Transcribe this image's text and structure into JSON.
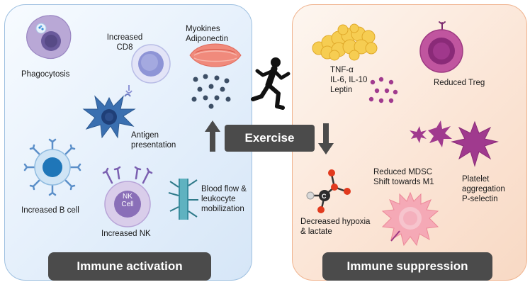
{
  "panels": {
    "activation": {
      "title": "Immune activation",
      "labels": {
        "phagocytosis": "Phagocytosis",
        "cd8_line1": "Increased",
        "cd8_line2": "CD8",
        "myokines_line1": "Myokines",
        "myokines_line2": "Adiponectin",
        "antigen_line1": "Antigen",
        "antigen_line2": "presentation",
        "bcell": "Increased B cell",
        "nk_cell_text_line1": "NK",
        "nk_cell_text_line2": "Cell",
        "nk": "Increased NK",
        "blood_line1": "Blood flow &",
        "blood_line2": "leukocyte",
        "blood_line3": "mobilization"
      }
    },
    "suppression": {
      "title": "Immune suppression",
      "labels": {
        "tnf": "TNF-α",
        "il": "IL-6, IL-10",
        "leptin": "Leptin",
        "treg": "Reduced Treg",
        "mdsc_line1": "Reduced MDSC",
        "mdsc_line2": "Shift towards M1",
        "platelet_line1": "Platelet",
        "platelet_line2": "aggregation",
        "platelet_line3": "P-selectin",
        "hypoxia_line1": "Decreased hypoxia",
        "hypoxia_line2": "& lactate",
        "molecule_atom": "C"
      }
    }
  },
  "center": {
    "label": "Exercise",
    "icons": [
      "runner-icon",
      "arrow-up-icon",
      "arrow-down-icon"
    ]
  },
  "colors": {
    "activation_panel": "#e4effb",
    "suppression_panel": "#fbe5d6",
    "label_bg": "#4b4b4b",
    "immune_blue": "#3a6fb0",
    "suppression_purple": "#a03a8e"
  }
}
